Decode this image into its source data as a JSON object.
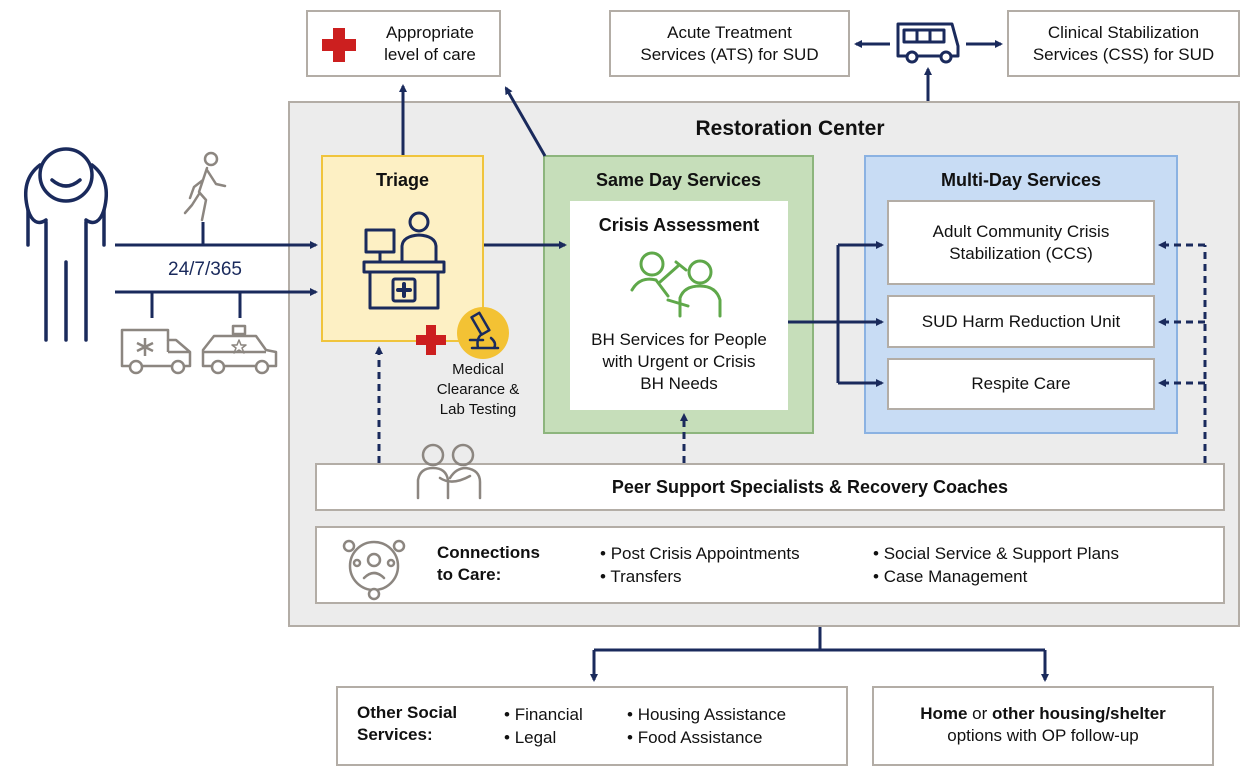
{
  "colors": {
    "navy": "#1a2a5c",
    "gray_border": "#b3ada6",
    "panel_bg": "#ececec",
    "triage_bg": "#fdf0c4",
    "triage_border": "#f0c43c",
    "sameday_bg": "#c6deba",
    "sameday_border": "#8db57d",
    "multiday_bg": "#c8dcf4",
    "multiday_border": "#8bb2e2",
    "red_cross": "#cc1f1f",
    "green_icon": "#5fa84a",
    "yellow_circle": "#f3c234"
  },
  "top": {
    "appropriate_care": "Appropriate level of care",
    "ats": "Acute Treatment Services (ATS) for SUD",
    "css": "Clinical Stabilization Services (CSS) for SUD"
  },
  "access": {
    "hours": "24/7/365"
  },
  "restoration_center": {
    "title": "Restoration Center",
    "triage": {
      "title": "Triage",
      "medical": "Medical Clearance & Lab Testing"
    },
    "same_day": {
      "title": "Same Day Services",
      "assessment_title": "Crisis Assessment",
      "assessment_text": "BH Services for People with Urgent or Crisis BH Needs"
    },
    "multi_day": {
      "title": "Multi-Day Services",
      "items": [
        "Adult Community Crisis Stabilization (CCS)",
        "SUD Harm Reduction Unit",
        "Respite Care"
      ]
    },
    "peer_support": "Peer Support Specialists & Recovery Coaches",
    "connections": {
      "label_line1": "Connections",
      "label_line2": "to Care:",
      "col1": [
        "Post Crisis Appointments",
        "Transfers"
      ],
      "col2": [
        "Social Service & Support Plans",
        "Case Management"
      ]
    }
  },
  "bottom": {
    "social": {
      "label_line1": "Other Social",
      "label_line2": "Services:",
      "col1": [
        "Financial",
        "Legal"
      ],
      "col2": [
        "Housing Assistance",
        "Food Assistance"
      ]
    },
    "home": {
      "bold1": "Home",
      "mid": " or ",
      "bold2": "other housing/shelter",
      "line2": "options with OP follow-up"
    }
  },
  "icons": {
    "person": "distressed-person-icon",
    "walker": "walking-person-icon",
    "ambulance": "ambulance-icon",
    "police": "police-car-icon",
    "van": "transport-van-icon",
    "desk": "triage-desk-icon",
    "counseling": "counseling-icon",
    "microscope": "microscope-icon",
    "peer": "peer-support-icon",
    "network": "network-icon"
  }
}
